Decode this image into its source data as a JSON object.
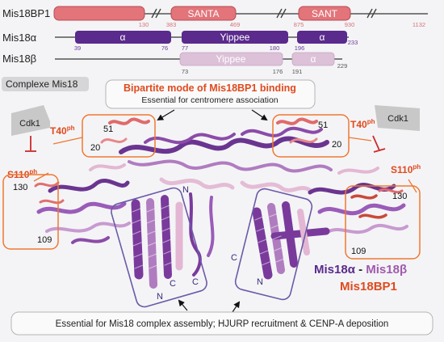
{
  "domain_rows": {
    "mis18bp1": {
      "label": "Mis18BP1",
      "segments": [
        "",
        "SANTA",
        "SANT"
      ],
      "numbers": [
        "130",
        "383",
        "469",
        "875",
        "930",
        "1132"
      ]
    },
    "mis18a": {
      "label": "Mis18α",
      "segments": [
        "α",
        "Yippee",
        "α"
      ],
      "numbers": [
        "39",
        "76",
        "77",
        "180",
        "196",
        "233"
      ]
    },
    "mis18b": {
      "label": "Mis18β",
      "segments": [
        "Yippee",
        "α"
      ],
      "numbers": [
        "73",
        "176",
        "191",
        "229"
      ]
    }
  },
  "complex_label": "Complexe Mis18",
  "binding": {
    "title": "Bipartite mode of Mis18BP1 binding",
    "subtitle": "Essential for centromere association"
  },
  "left": {
    "kinase": "Cdk1",
    "t40": "T40",
    "s110": "S110",
    "ph": "ph",
    "res_51": "51",
    "res_20": "20",
    "res_130": "130",
    "res_109": "109"
  },
  "right": {
    "kinase": "Cdk1",
    "t40": "T40",
    "s110": "S110",
    "ph": "ph",
    "res_51": "51",
    "res_20": "20",
    "res_130": "130",
    "res_109": "109"
  },
  "termini": {
    "n_top_mid": "N",
    "c_left": "C",
    "n_left": "N",
    "c_left2": "C",
    "c_right": "C",
    "n_right": "N"
  },
  "legend": {
    "mis18a": "Mis18α",
    "dash": " - ",
    "mis18b": "Mis18β",
    "mis18bp1": "Mis18BP1"
  },
  "bottom_note": "Essential for Mis18 complex assembly; HJURP recruitment & CENP-A deposition",
  "colors": {
    "mis18bp1": "#e2747a",
    "mis18a": "#5a2a8c",
    "mis18b": "#d9b6d3",
    "orange": "#f07830",
    "red_text": "#e04a1e",
    "box_purple": "#6b5aa8",
    "cdk_gray": "#c8c8c8"
  }
}
